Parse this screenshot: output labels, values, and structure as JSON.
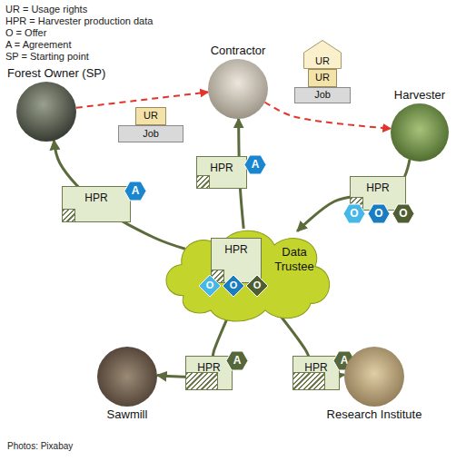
{
  "diagram": {
    "nodes": [
      {
        "text": [
          "Forest Owner (SP)"
        ]
      },
      {
        "text": [
          "Contractor"
        ]
      },
      {
        "text": [
          "UR"
        ]
      },
      {
        "text": [
          "Job"
        ]
      },
      {
        "text": [
          "UR"
        ]
      },
      {
        "text": [
          "UR"
        ]
      },
      {
        "text": [
          "Job"
        ]
      },
      {
        "text": [
          "Harvester"
        ]
      },
      {
        "text": [
          "HPR"
        ]
      },
      {
        "text": [
          "A"
        ],
        "in": 8
      },
      {
        "text": [
          "HPR"
        ]
      },
      {
        "text": [
          "A"
        ],
        "in": 10
      },
      {
        "text": [
          "HPR"
        ]
      },
      {
        "text": [
          "O"
        ],
        "in": 12
      },
      {
        "text": [
          "O"
        ],
        "in": 12
      },
      {
        "text": [
          "O"
        ],
        "in": 12
      },
      {
        "text": [
          "Data Trustee"
        ]
      },
      {
        "text": [
          "HPR"
        ],
        "in": 16
      },
      {
        "text": [
          "O"
        ],
        "in": 17
      },
      {
        "text": [
          "O"
        ],
        "in": 17
      },
      {
        "text": [
          "O"
        ],
        "in": 17
      },
      {
        "text": [
          "HPR"
        ]
      },
      {
        "text": [
          "A"
        ],
        "in": 21
      },
      {
        "text": [
          "HPR"
        ]
      },
      {
        "text": [
          "A"
        ],
        "in": 23
      },
      {
        "text": [
          "Sawmill"
        ]
      },
      {
        "text": [
          "Research Institute"
        ]
      }
    ],
    "edges": [
      {
        "from": 16,
        "to": 0,
        "arrow": "to"
      },
      {
        "from": 16,
        "to": 1,
        "arrow": "to"
      },
      {
        "from": 7,
        "to": 16,
        "arrow": "to"
      },
      {
        "from": 16,
        "to": 25,
        "arrow": "to"
      },
      {
        "from": 16,
        "to": 26,
        "arrow": "to"
      },
      {
        "from": 0,
        "to": 1,
        "arrow": "to"
      },
      {
        "from": 1,
        "to": 7,
        "arrow": "to"
      }
    ],
    "labels": [
      "UR = Usage rights",
      "HPR = Harvester production data",
      "O = Offer",
      "A = Agreement",
      "SP = Starting point",
      "Photos: Pixabay"
    ]
  }
}
